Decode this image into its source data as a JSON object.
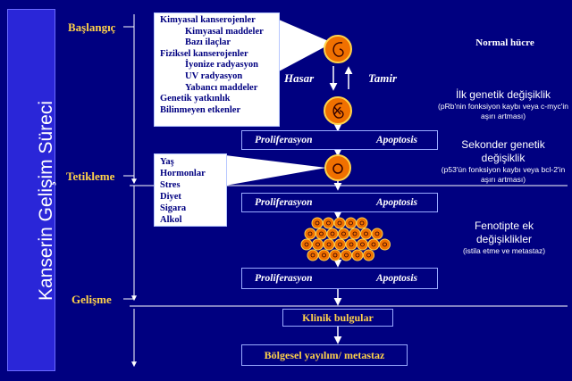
{
  "side_title": "Kanserin Gelişim Süreci",
  "stages": {
    "start": "Başlangıç",
    "promotion": "Tetikleme",
    "progression": "Gelişme"
  },
  "carcinogens": [
    {
      "text": "Kimyasal kanserojenler",
      "indent": 0
    },
    {
      "text": "Kimyasal maddeler",
      "indent": 1
    },
    {
      "text": "Bazı ilaçlar",
      "indent": 1
    },
    {
      "text": "Fiziksel kanserojenler",
      "indent": 0
    },
    {
      "text": "İyonize radyasyon",
      "indent": 1
    },
    {
      "text": "UV radyasyon",
      "indent": 1
    },
    {
      "text": "Yabancı maddeler",
      "indent": 1
    },
    {
      "text": "Genetik yatkınlık",
      "indent": 0
    },
    {
      "text": "Bilinmeyen etkenler",
      "indent": 0
    }
  ],
  "promoters": [
    "Yaş",
    "Hormonlar",
    "Stres",
    "Diyet",
    "Sigara",
    "Alkol"
  ],
  "damage_label": "Hasar",
  "repair_label": "Tamir",
  "right_labels": {
    "normal": "Normal hücre",
    "first_title": "İlk genetik değişiklik",
    "first_sub": "(pRb'nin fonksiyon kaybı veya c-myc'in aşırı artması)",
    "second_title": "Sekonder genetik değişiklik",
    "second_sub": "(p53'ün fonksiyon kaybı veya bcl-2'in aşırı artması)",
    "third_title": "Fenotipte ek değişiklikler",
    "third_sub": "(istila etme ve metastaz)"
  },
  "strips": [
    {
      "left": "Proliferasyon",
      "right": "Apoptosis"
    },
    {
      "left": "Proliferasyon",
      "right": "Apoptosis"
    },
    {
      "left": "Proliferasyon",
      "right": "Apoptosis"
    }
  ],
  "outcomes": {
    "clinical": "Klinik bulgular",
    "spread": "Bölgesel yayılım/ metastaz"
  },
  "colors": {
    "background": "#000080",
    "side_bar": "#2a26d8",
    "stage_label": "#ffd24a",
    "cell_fill": "#f07000",
    "cell_outline": "#ffd24a"
  }
}
